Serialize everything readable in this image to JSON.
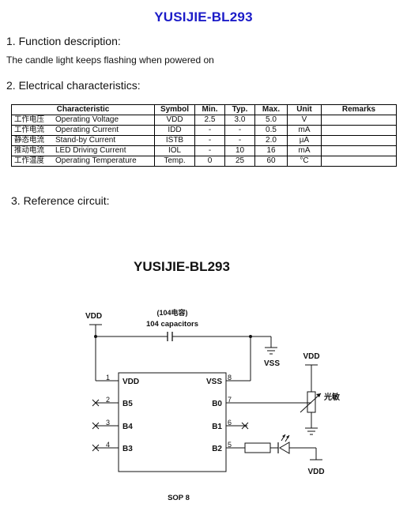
{
  "title": "YUSIJIE-BL293",
  "section1": {
    "heading": "1. Function description:",
    "text": "The candle light keeps flashing when powered on"
  },
  "section2": {
    "heading": "2. Electrical characteristics:",
    "headers": [
      "Characteristic",
      "Symbol",
      "Min.",
      "Typ.",
      "Max.",
      "Unit",
      "Remarks"
    ],
    "rows": [
      {
        "cn": "工作电压",
        "en": "Operating Voltage",
        "symbol": "VDD",
        "min": "2.5",
        "typ": "3.0",
        "max": "5.0",
        "unit": "V",
        "remarks": ""
      },
      {
        "cn": "工作电流",
        "en": "Operating Current",
        "symbol": "IDD",
        "min": "-",
        "typ": "-",
        "max": "0.5",
        "unit": "mA",
        "remarks": ""
      },
      {
        "cn": "静态电流",
        "en": "Stand-by Current",
        "symbol": "ISTB",
        "min": "-",
        "typ": "-",
        "max": "2.0",
        "unit": "µA",
        "remarks": ""
      },
      {
        "cn": "推动电流",
        "en": "LED Driving Current",
        "symbol": "IOL",
        "min": "-",
        "typ": "10",
        "max": "16",
        "unit": "mA",
        "remarks": ""
      },
      {
        "cn": "工作温度",
        "en": "Operating Temperature",
        "symbol": "Temp.",
        "min": "0",
        "typ": "25",
        "max": "60",
        "unit": "°C",
        "remarks": ""
      }
    ]
  },
  "section3": {
    "heading": "3. Reference circuit:"
  },
  "circuit": {
    "title": "YUSIJIE-BL293",
    "vdd_label": "VDD",
    "vss_label": "VSS",
    "cap_label_cn": "(104电容)",
    "cap_label_en": "104 capacitors",
    "photo_label": "光敏",
    "package": "SOP 8",
    "left_pins": [
      {
        "num": "1",
        "name": "VDD"
      },
      {
        "num": "2",
        "name": "B5"
      },
      {
        "num": "3",
        "name": "B4"
      },
      {
        "num": "4",
        "name": "B3"
      }
    ],
    "right_pins": [
      {
        "num": "8",
        "name": "VSS"
      },
      {
        "num": "7",
        "name": "B0"
      },
      {
        "num": "6",
        "name": "B1"
      },
      {
        "num": "5",
        "name": "B2"
      }
    ]
  }
}
